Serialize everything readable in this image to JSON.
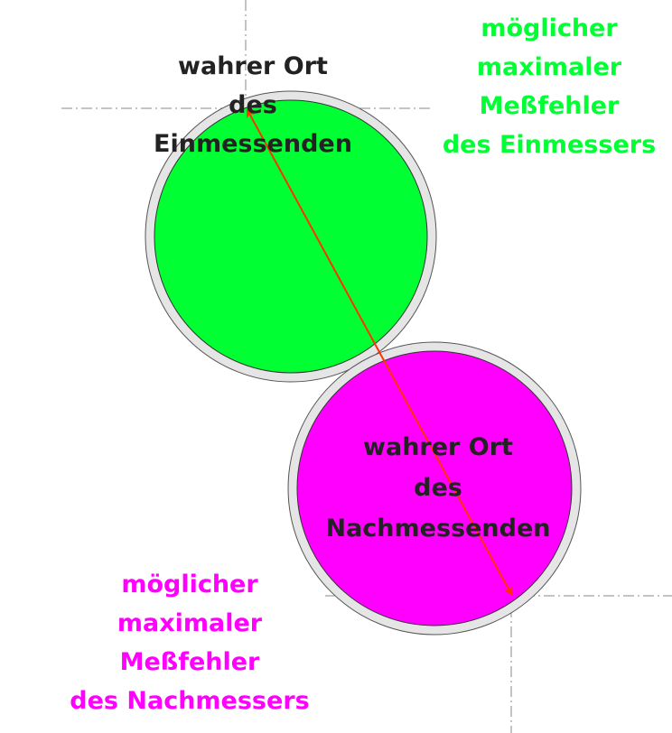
{
  "colors": {
    "green": "#00ff33",
    "magenta": "#ff00ff",
    "ring": "#e5e5e5",
    "arrow": "#ff3300",
    "guide": "#888888",
    "text_dark": "#222222"
  },
  "label_true_a": {
    "line1": "wahrer Ort",
    "line2": "des",
    "line3": "Einmessenden"
  },
  "label_true_b": {
    "line1": "wahrer Ort",
    "line2": "des",
    "line3": "Nachmessenden"
  },
  "label_error_a": {
    "line1": "möglicher",
    "line2": "maximaler",
    "line3": "Meßfehler",
    "line4": "des Einmessers"
  },
  "label_error_b": {
    "line1": "möglicher",
    "line2": "maximaler",
    "line3": "Meßfehler",
    "line4": "des Nachmessers"
  }
}
